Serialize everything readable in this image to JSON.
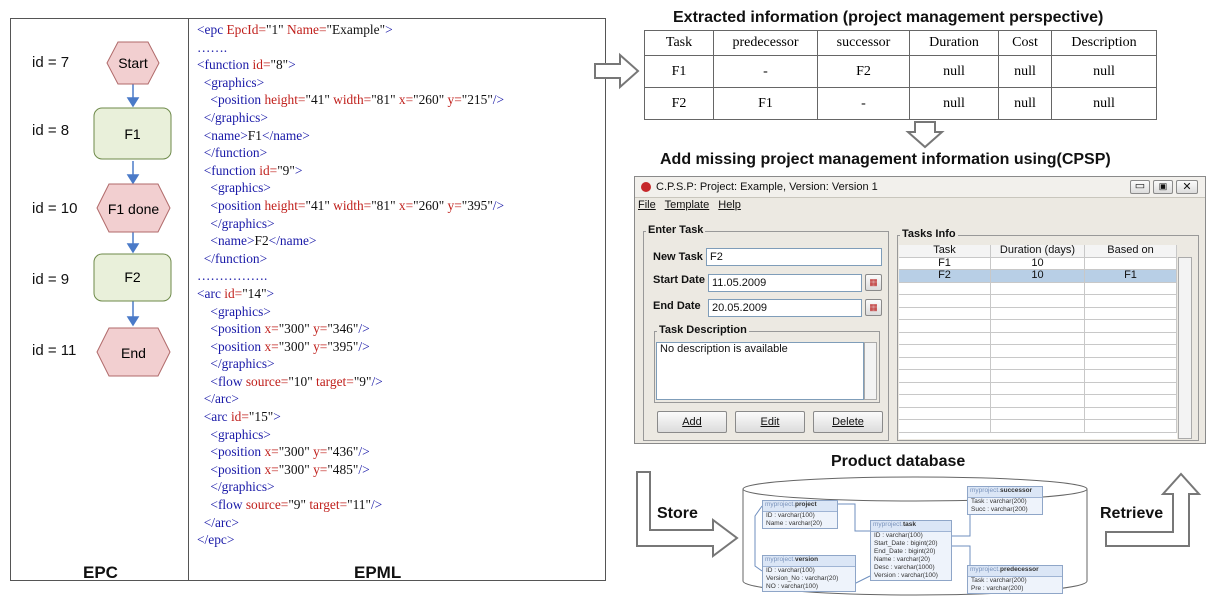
{
  "epc": {
    "label": "EPC",
    "nodes": [
      {
        "id_label": "id = 7",
        "text": "Start",
        "kind": "event"
      },
      {
        "id_label": "id = 8",
        "text": "F1",
        "kind": "function"
      },
      {
        "id_label": "id = 10",
        "text": "F1 done",
        "kind": "event"
      },
      {
        "id_label": "id = 9",
        "text": "F2",
        "kind": "function"
      },
      {
        "id_label": "id = 11",
        "text": "End",
        "kind": "event"
      }
    ],
    "colors": {
      "event": "#f2cfd0",
      "function": "#e9f0da",
      "arrow": "#4a7ac8"
    }
  },
  "epml": {
    "label": "EPML",
    "lines": [
      [
        [
          "tag",
          "<epc "
        ],
        [
          "attr",
          "EpcId="
        ],
        [
          "txt",
          "\"1\" "
        ],
        [
          "attr",
          "Name="
        ],
        [
          "txt",
          "\"Example\""
        ],
        [
          "tag",
          ">"
        ]
      ],
      [
        [
          "tag",
          "……."
        ]
      ],
      [
        [
          "tag",
          "<function "
        ],
        [
          "attr",
          "id="
        ],
        [
          "txt",
          "\"8\""
        ],
        [
          "tag",
          ">"
        ]
      ],
      [
        [
          "tag",
          "  <graphics>"
        ]
      ],
      [
        [
          "tag",
          "    <position "
        ],
        [
          "attr",
          "height="
        ],
        [
          "txt",
          "\"41\" "
        ],
        [
          "attr",
          "width="
        ],
        [
          "txt",
          "\"81\" "
        ],
        [
          "attr",
          "x="
        ],
        [
          "txt",
          "\"260\" "
        ],
        [
          "attr",
          "y="
        ],
        [
          "txt",
          "\"215\""
        ],
        [
          "tag",
          "/>"
        ]
      ],
      [
        [
          "tag",
          "  </graphics>"
        ]
      ],
      [
        [
          "tag",
          "  <name>"
        ],
        [
          "txt",
          "F1"
        ],
        [
          "tag",
          "</name>"
        ]
      ],
      [
        [
          "tag",
          "  </function>"
        ]
      ],
      [
        [
          "tag",
          "  <function "
        ],
        [
          "attr",
          "id="
        ],
        [
          "txt",
          "\"9\""
        ],
        [
          "tag",
          ">"
        ]
      ],
      [
        [
          "tag",
          "    <graphics>"
        ]
      ],
      [
        [
          "tag",
          "    <position "
        ],
        [
          "attr",
          "height="
        ],
        [
          "txt",
          "\"41\" "
        ],
        [
          "attr",
          "width="
        ],
        [
          "txt",
          "\"81\" "
        ],
        [
          "attr",
          "x="
        ],
        [
          "txt",
          "\"260\" "
        ],
        [
          "attr",
          "y="
        ],
        [
          "txt",
          "\"395\""
        ],
        [
          "tag",
          "/>"
        ]
      ],
      [
        [
          "tag",
          "    </graphics>"
        ]
      ],
      [
        [
          "tag",
          "    <name>"
        ],
        [
          "txt",
          "F2"
        ],
        [
          "tag",
          "</name>"
        ]
      ],
      [
        [
          "tag",
          "  </function>"
        ]
      ],
      [
        [
          "tag",
          "……………."
        ]
      ],
      [
        [
          "tag",
          "<arc "
        ],
        [
          "attr",
          "id="
        ],
        [
          "txt",
          "\"14\""
        ],
        [
          "tag",
          ">"
        ]
      ],
      [
        [
          "tag",
          "    <graphics>"
        ]
      ],
      [
        [
          "tag",
          "    <position "
        ],
        [
          "attr",
          "x="
        ],
        [
          "txt",
          "\"300\" "
        ],
        [
          "attr",
          "y="
        ],
        [
          "txt",
          "\"346\""
        ],
        [
          "tag",
          "/>"
        ]
      ],
      [
        [
          "tag",
          "    <position "
        ],
        [
          "attr",
          "x="
        ],
        [
          "txt",
          "\"300\" "
        ],
        [
          "attr",
          "y="
        ],
        [
          "txt",
          "\"395\""
        ],
        [
          "tag",
          "/>"
        ]
      ],
      [
        [
          "tag",
          "    </graphics>"
        ]
      ],
      [
        [
          "tag",
          "    <flow "
        ],
        [
          "attr",
          "source="
        ],
        [
          "txt",
          "\"10\" "
        ],
        [
          "attr",
          "target="
        ],
        [
          "txt",
          "\"9\""
        ],
        [
          "tag",
          "/>"
        ]
      ],
      [
        [
          "tag",
          "  </arc>"
        ]
      ],
      [
        [
          "tag",
          "  <arc "
        ],
        [
          "attr",
          "id="
        ],
        [
          "txt",
          "\"15\""
        ],
        [
          "tag",
          ">"
        ]
      ],
      [
        [
          "tag",
          "    <graphics>"
        ]
      ],
      [
        [
          "tag",
          "    <position "
        ],
        [
          "attr",
          "x="
        ],
        [
          "txt",
          "\"300\" "
        ],
        [
          "attr",
          "y="
        ],
        [
          "txt",
          "\"436\""
        ],
        [
          "tag",
          "/>"
        ]
      ],
      [
        [
          "tag",
          "    <position "
        ],
        [
          "attr",
          "x="
        ],
        [
          "txt",
          "\"300\" "
        ],
        [
          "attr",
          "y="
        ],
        [
          "txt",
          "\"485\""
        ],
        [
          "tag",
          "/>"
        ]
      ],
      [
        [
          "tag",
          "    </graphics>"
        ]
      ],
      [
        [
          "tag",
          "    <flow "
        ],
        [
          "attr",
          "source="
        ],
        [
          "txt",
          "\"9\" "
        ],
        [
          "attr",
          "target="
        ],
        [
          "txt",
          "\"11\""
        ],
        [
          "tag",
          "/>"
        ]
      ],
      [
        [
          "tag",
          "  </arc>"
        ]
      ],
      [
        [
          "tag",
          "</epc>"
        ]
      ]
    ],
    "colors": {
      "tag": "#1a1aa8",
      "attr": "#c0201c",
      "txt": "#111111"
    }
  },
  "extracted": {
    "title": "Extracted information (project management perspective)",
    "headers": [
      "Task",
      "predecessor",
      "successor",
      "Duration",
      "Cost",
      "Description"
    ],
    "rows": [
      [
        "F1",
        "-",
        "F2",
        "null",
        "null",
        "null"
      ],
      [
        "F2",
        "F1",
        "-",
        "null",
        "null",
        "null"
      ]
    ]
  },
  "add_title": "Add missing project management information using(CPSP)",
  "cpsp": {
    "window_title": "C.P.S.P: Project: Example, Version: Version 1",
    "menu": [
      "File",
      "Template",
      "Help"
    ],
    "enter_task": {
      "legend": "Enter Task",
      "new_task_label": "New Task",
      "new_task_value": "F2",
      "start_label": "Start Date",
      "start_value": "11.05.2009",
      "end_label": "End Date",
      "end_value": "20.05.2009",
      "desc_legend": "Task Description",
      "desc_value": "No description is available",
      "buttons": [
        "Add",
        "Edit",
        "Delete"
      ]
    },
    "tasks_info": {
      "legend": "Tasks Info",
      "headers": [
        "Task",
        "Duration (days)",
        "Based on"
      ],
      "rows": [
        [
          "F1",
          "10",
          ""
        ],
        [
          "F2",
          "10",
          "F1"
        ]
      ]
    }
  },
  "database": {
    "title": "Product database",
    "store_label": "Store",
    "retrieve_label": "Retrieve",
    "tables": [
      {
        "name": "project",
        "prefix": "myproject",
        "rows": [
          "ID : varchar(100)",
          "Name : varchar(20)"
        ]
      },
      {
        "name": "version",
        "prefix": "myproject",
        "rows": [
          "ID : varchar(100)",
          "Version_No : varchar(20)",
          "NO : varchar(100)"
        ]
      },
      {
        "name": "task",
        "prefix": "myproject",
        "rows": [
          "ID : varchar(100)",
          "Start_Date : bigint(20)",
          "End_Date : bigint(20)",
          "Name : varchar(20)",
          "Desc : varchar(1000)",
          "Version : varchar(100)"
        ]
      },
      {
        "name": "successor",
        "prefix": "myproject",
        "rows": [
          "Task : varchar(200)",
          "Succ : varchar(200)"
        ]
      },
      {
        "name": "predecessor",
        "prefix": "myproject",
        "rows": [
          "Task : varchar(200)",
          "Pre : varchar(200)"
        ]
      }
    ]
  }
}
